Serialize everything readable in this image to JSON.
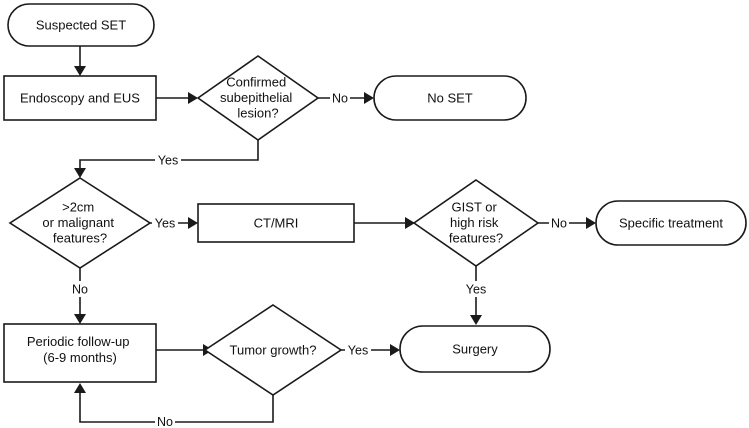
{
  "nodes": {
    "suspected_set": "Suspected SET",
    "endoscopy_eus": "Endoscopy and EUS",
    "confirmed": [
      "Confirmed",
      "subepithelial",
      "lesion?"
    ],
    "no_set": "No SET",
    "size_check": [
      ">2cm",
      "or malignant",
      "features?"
    ],
    "ct_mri": "CT/MRI",
    "gist_check": [
      "GIST or",
      "high risk",
      "features?"
    ],
    "specific_treatment": "Specific treatment",
    "followup": [
      "Periodic follow-up",
      "(6-9 months)"
    ],
    "tumor_growth": "Tumor growth?",
    "surgery": "Surgery"
  },
  "edge_labels": {
    "confirmed_no": "No",
    "confirmed_yes": "Yes",
    "size_yes": "Yes",
    "size_no": "No",
    "gist_no": "No",
    "gist_yes": "Yes",
    "growth_yes": "Yes",
    "growth_no": "No"
  }
}
